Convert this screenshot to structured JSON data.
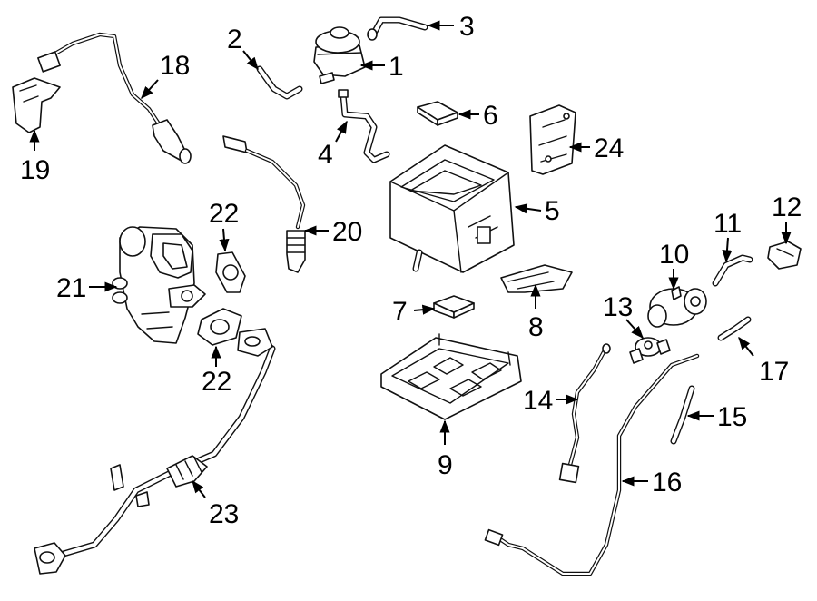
{
  "callouts": [
    {
      "id": "c1",
      "text": "1"
    },
    {
      "id": "c2",
      "text": "2"
    },
    {
      "id": "c3",
      "text": "3"
    },
    {
      "id": "c4",
      "text": "4"
    },
    {
      "id": "c5",
      "text": "5"
    },
    {
      "id": "c6",
      "text": "6"
    },
    {
      "id": "c7",
      "text": "7"
    },
    {
      "id": "c8",
      "text": "8"
    },
    {
      "id": "c9",
      "text": "9"
    },
    {
      "id": "c10",
      "text": "10"
    },
    {
      "id": "c11",
      "text": "11"
    },
    {
      "id": "c12",
      "text": "12"
    },
    {
      "id": "c13",
      "text": "13"
    },
    {
      "id": "c14",
      "text": "14"
    },
    {
      "id": "c15",
      "text": "15"
    },
    {
      "id": "c16",
      "text": "16"
    },
    {
      "id": "c17",
      "text": "17"
    },
    {
      "id": "c18",
      "text": "18"
    },
    {
      "id": "c19",
      "text": "19"
    },
    {
      "id": "c20",
      "text": "20"
    },
    {
      "id": "c21",
      "text": "21"
    },
    {
      "id": "c22a",
      "text": "22"
    },
    {
      "id": "c22b",
      "text": "22"
    },
    {
      "id": "c23",
      "text": "23"
    },
    {
      "id": "c24",
      "text": "24"
    }
  ]
}
